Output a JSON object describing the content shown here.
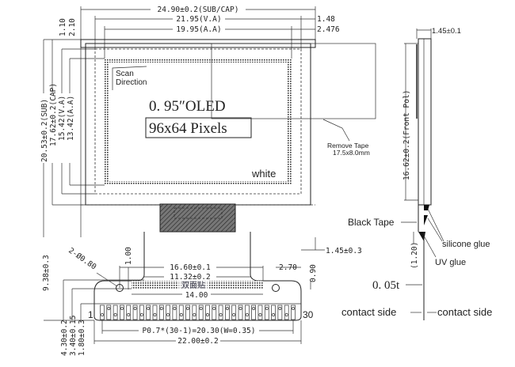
{
  "dimensions": {
    "sub_cap_width": "24.90±0.2(SUB/CAP)",
    "va_width": "21.95(V.A)",
    "aa_width": "19.95(A.A)",
    "right_offset_1": "1.48",
    "right_offset_2": "2.476",
    "top_offset_1": "1.10",
    "top_offset_2": "2.10",
    "sub_height": "20.53±0.2(SUB)",
    "cap_height": "17.62±0.2(CAP)",
    "va_height": "15.42(V.A)",
    "aa_height": "13.42(A.A)",
    "fpc_length": "9.38±0.3",
    "fpc_bottom_1": "4.30±0.2",
    "fpc_bottom_2": "3.40±0.15",
    "fpc_bottom_3": "1.80±0.3",
    "hole_spec": "2-Ø0.80",
    "hole_offset": "1.00",
    "stiffener_width": "16.60±0.1",
    "neck_width": "11.32±0.2",
    "tape_width": "14.00",
    "hole_edge": "2.70",
    "hole_v": "0.90",
    "fpc_thickness": "1.45±0.3",
    "pitch": "P0.7*(30-1)=20.30(W=0.35)",
    "fpc_width": "22.00±0.2",
    "side_thickness": "1.45±0.1",
    "front_pol": "16.62±0.2(Front Pol)",
    "glue_gap": "(1.20)"
  },
  "labels": {
    "scan_direction_1": "Scan",
    "scan_direction_2": "Direction",
    "product": "0. 95″OLED",
    "resolution": "96x64  Pixels",
    "color": "white",
    "remove_tape_1": "Remove Tape",
    "remove_tape_2": "17.5x8.0mm",
    "double_sided_tape": "双面贴",
    "pin_first": "1",
    "pin_last": "30",
    "black_tape": "Black Tape",
    "silicone_glue": "silicone glue",
    "uv_glue": "UV glue",
    "fpc_film": "0. 05t",
    "contact_side_left": "contact side",
    "contact_side_right": "contact side"
  }
}
